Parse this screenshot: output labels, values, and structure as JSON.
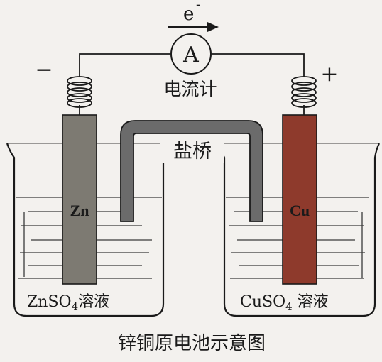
{
  "diagram": {
    "electron_label": "e",
    "electron_superscript": "-",
    "ammeter_symbol": "A",
    "ammeter_label": "电流计",
    "negative_sign": "−",
    "positive_sign": "+",
    "salt_bridge_label": "盐桥",
    "left_electrode": {
      "label": "Zn",
      "color": "#7d7a72"
    },
    "right_electrode": {
      "label": "Cu",
      "color": "#8e3a2c"
    },
    "left_solution": {
      "prefix": "ZnSO",
      "subscript": "4",
      "suffix": "溶液"
    },
    "right_solution": {
      "prefix": "CuSO",
      "subscript": "4",
      "suffix": " 溶液"
    },
    "caption": "锌铜原电池示意图"
  }
}
